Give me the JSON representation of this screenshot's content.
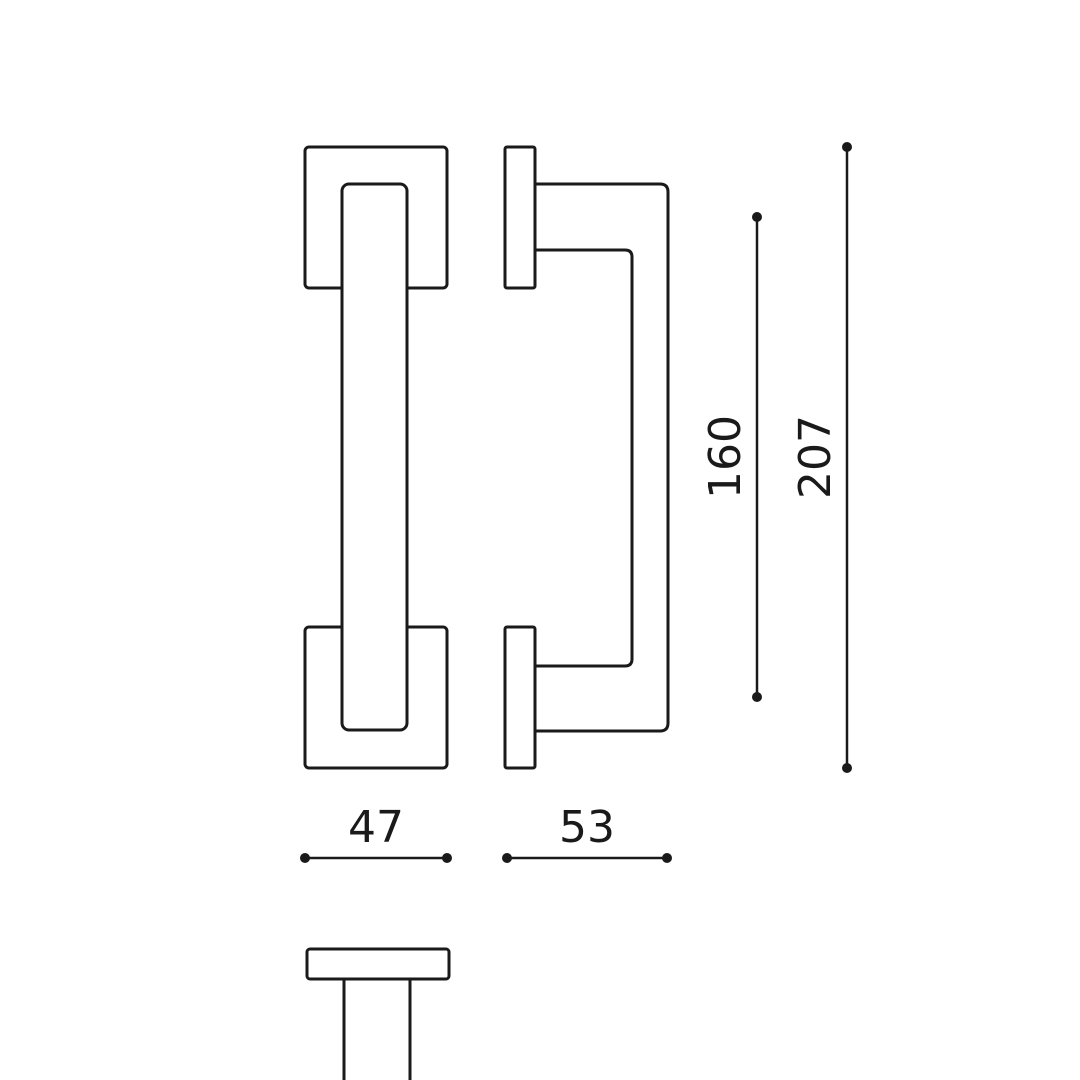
{
  "dimensions": {
    "front_width": "47",
    "side_depth": "53",
    "hole_spacing": "160",
    "overall_length": "207"
  },
  "colors": {
    "line": "#1a1a1a",
    "background": "#ffffff"
  }
}
